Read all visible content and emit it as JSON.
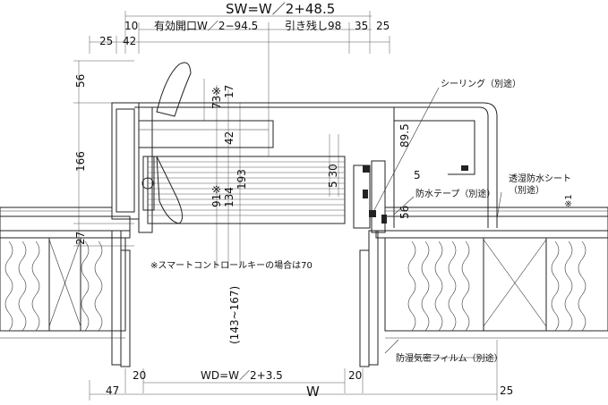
{
  "dimensions": {
    "sw": "SW=W／2+48.5",
    "effective_opening": "有効開口W／2−94.5",
    "remaining": "引き残し98",
    "wd": "WD=W／2+3.5",
    "w": "W",
    "d10": "10",
    "d25_left": "25",
    "d42_top": "42",
    "d35": "35",
    "d25_right": "25",
    "d56_left": "56",
    "d166": "166",
    "d73": "73※",
    "d17": "17",
    "d42_mid": "42",
    "d91": "91※",
    "d134": "134",
    "d193": "193",
    "d5_30": "5  30",
    "d89_5": "89.5",
    "d5_right": "5",
    "d56_right": "56",
    "d1": "※1",
    "d27": "27",
    "d143_167": "(143~167)",
    "d20_left": "20",
    "d20_right": "20",
    "d47": "47",
    "d25_bottom": "25"
  },
  "notes": {
    "sealing": "シーリング（別途）",
    "waterproof_tape": "防水テープ（別途）",
    "moisture_sheet_1": "透湿防水シート",
    "moisture_sheet_2": "（別途）",
    "vapor_film": "防湿気密フィルム（別途）",
    "smart_key": "※スマートコントロールキーの場合は70"
  }
}
